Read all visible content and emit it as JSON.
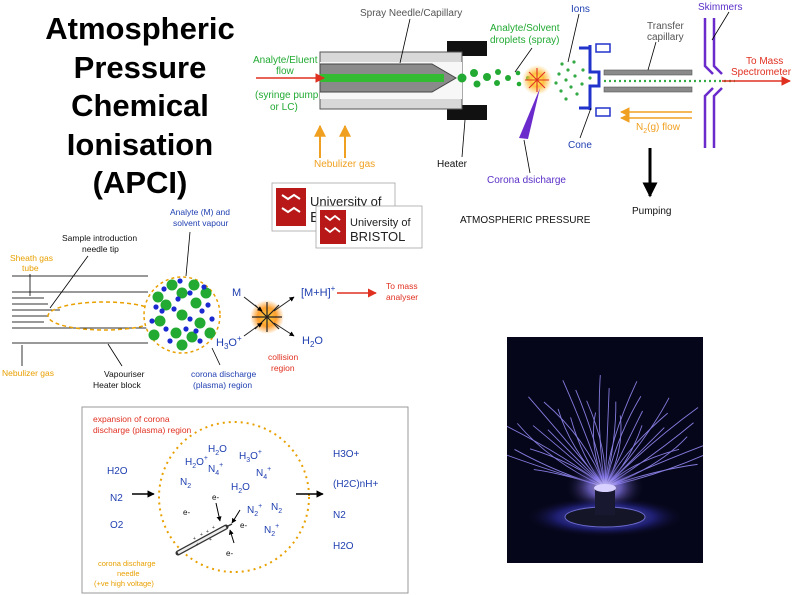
{
  "title_lines": [
    "Atmospheric",
    "Pressure",
    "Chemical",
    "Ionisation",
    "(APCI)"
  ],
  "top": {
    "spray_needle": "Spray Needle/Capillary",
    "ions": "Ions",
    "skimmers": "Skimmers",
    "analyte_droplets_1": "Analyte/Solvent",
    "analyte_droplets_2": "droplets (spray)",
    "transfer_1": "Transfer",
    "transfer_2": "capillary",
    "eluent_1": "Analyte/Eluent",
    "eluent_2": "flow",
    "pump_1": "(syringe pump",
    "pump_2": "or LC)",
    "to_ms_1": "To Mass",
    "to_ms_2": "Spectrometer",
    "n2_flow": "N",
    "n2_sub": "2",
    "n2_rest": "(g) flow",
    "nebulizer": "Nebulizer gas",
    "heater": "Heater",
    "corona": "Corona dsicharge",
    "cone": "Cone",
    "pumping": "Pumping",
    "atmospheric": "ATMOSPHERIC PRESSURE"
  },
  "logo": {
    "line1": "University of",
    "line2": "BRISTOL"
  },
  "middle": {
    "analyte_vapour_1": "Analyte (M) and",
    "analyte_vapour_2": "solvent vapour",
    "sample_1": "Sample introduction",
    "sample_2": "needle tip",
    "sheath_1": "Sheath gas",
    "sheath_2": "tube",
    "nebulizer": "Nebulizer gas",
    "vaporiser_1": "Vapouriser",
    "vaporiser_2": "Heater block",
    "corona_1": "corona discharge",
    "corona_2": "(plasma) region",
    "m": "M",
    "mh": "[M+H]",
    "mh_sup": "+",
    "h3o": "H",
    "h3o_sub": "3",
    "h3o_rest": "O",
    "h3o_sup": "+",
    "h2o": "H",
    "h2o_sub": "2",
    "h2o_rest": "O",
    "to_mass_1": "To mass",
    "to_mass_2": "analyser",
    "collision_1": "collision",
    "collision_2": "region"
  },
  "inset": {
    "heading_1": "expansion of corona",
    "heading_2": "discharge (plasma) region",
    "left_h2o": "H2O",
    "left_n2": "N2",
    "left_o2": "O2",
    "electron": "e-",
    "needle_1": "corona discharge",
    "needle_2": "needle",
    "needle_3": "(+ve high voltage)",
    "right_h3o": "H3O+",
    "right_h2cnh": "(H2C)nH+",
    "right_n2": "N2",
    "right_h2o": "H2O"
  },
  "photo": {
    "subject": "plasma-discharge-photo"
  },
  "colors": {
    "blue_label": "#1f3fb0",
    "orange": "#f0a020",
    "red": "#e03020",
    "green": "#22aa33",
    "purple": "#5a2fc8",
    "dark_blue": "#101060"
  }
}
